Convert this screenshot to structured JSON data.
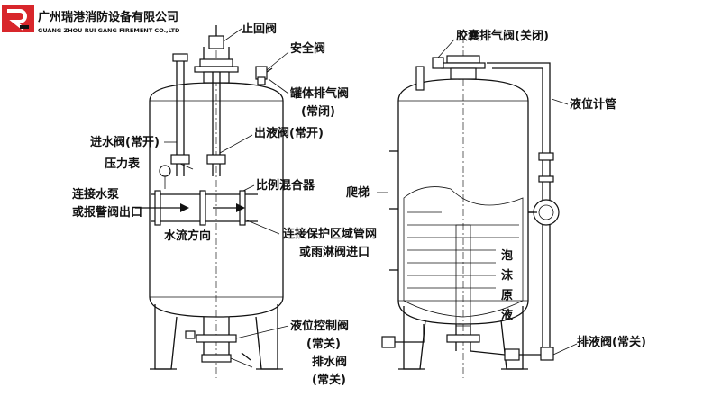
{
  "company": {
    "name_cn": "广州瑞港消防设备有限公司",
    "name_en": "GUANG ZHOU RUI GANG FIREMENT CO.,LTD",
    "logo_colors": {
      "primary": "#d8262b",
      "secondary": "#111111"
    }
  },
  "left_labels": {
    "check_valve": "止回阀",
    "safety_valve": "安全阀",
    "tank_vent_valve": "罐体排气阀",
    "normally_closed": "(常闭)",
    "inlet_valve": "进水阀(常开)",
    "pressure_gauge": "压力表",
    "outlet_valve": "出液阀(常开)",
    "proportional_mixer": "比例混合器",
    "pump_connection": "连接水泵",
    "alarm_valve_outlet": "或报警阀出口",
    "water_flow": "水流方向",
    "zone_pipe_connection": "连接保护区域管网",
    "deluge_valve_inlet": "或雨淋阀进口",
    "level_control_valve": "液位控制阀",
    "normally_closed_2": "(常关)",
    "drain_valve": "排水阀",
    "normally_closed_3": "(常关)"
  },
  "right_labels": {
    "bladder_vent_valve": "胶囊排气阀(关闭)",
    "level_gauge_pipe": "液位计管",
    "ladder": "爬梯",
    "foam_liquid": [
      "泡",
      "沫",
      "原",
      "液"
    ],
    "liquid_drain_valve": "排液阀(常关)"
  }
}
